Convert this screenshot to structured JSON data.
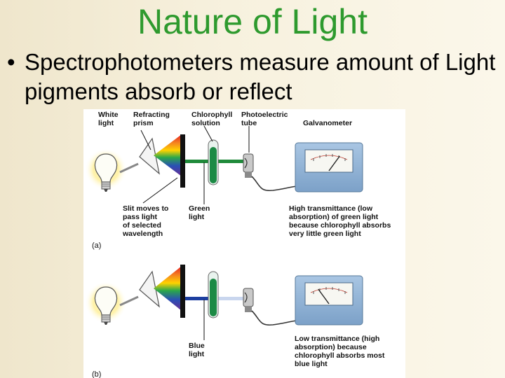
{
  "slide": {
    "title": "Nature of Light",
    "bullet_symbol": "•",
    "bullet_text": "Spectrophotometers measure amount of Light pigments absorb or reflect"
  },
  "figure": {
    "labels": {
      "white_light": "White\nlight",
      "refracting_prism": "Refracting\nprism",
      "chlorophyll_solution": "Chlorophyll\nsolution",
      "photoelectric_tube": "Photoelectric\ntube",
      "galvanometer": "Galvanometer",
      "slit_note": "Slit moves to\npass light\nof selected\nwavelength",
      "green_light": "Green\nlight",
      "high_transmittance": "High transmittance (low\nabsorption) of green light\nbecause chlorophyll absorbs\nvery little green light",
      "panel_a": "(a)",
      "blue_light": "Blue\nlight",
      "low_transmittance": "Low transmittance (high\nabsorption) because\nchlorophyll absorbs most\nblue light",
      "panel_b": "(b)"
    },
    "meter_readings": {
      "panel_a": 0.8,
      "panel_b": 0.2
    },
    "colors": {
      "green_beam": "#1f8a3a",
      "blue_beam": "#1d3fa0",
      "solution": "#1c8a45",
      "meter_box": "#8fb3d6",
      "slit": "#111111"
    }
  }
}
